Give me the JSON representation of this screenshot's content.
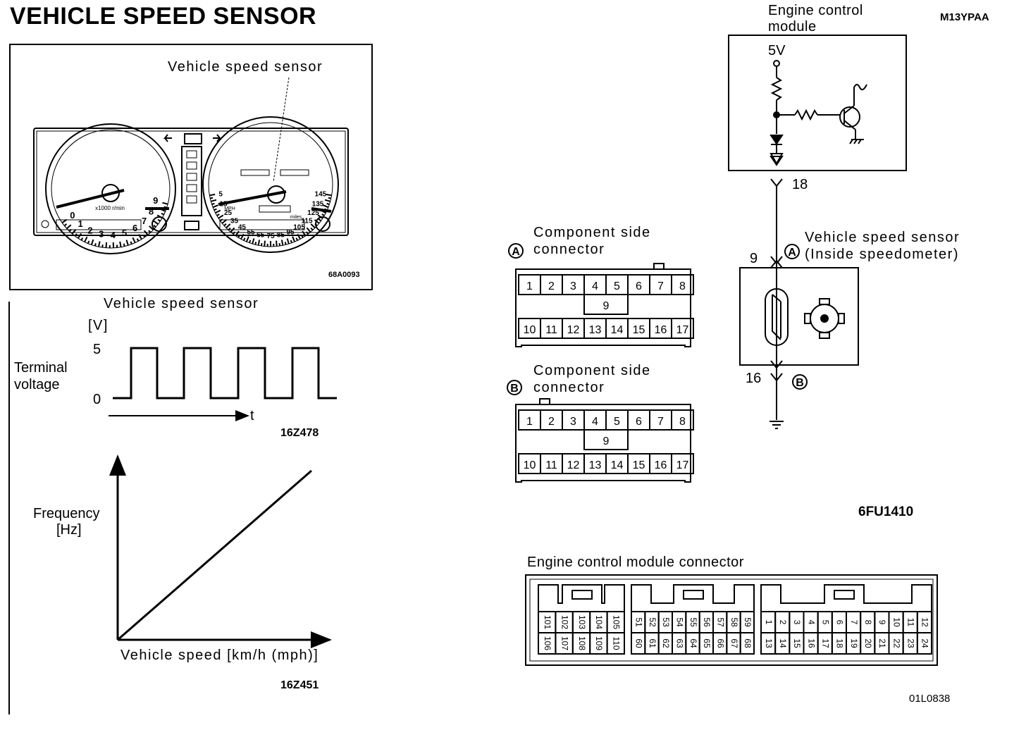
{
  "page": {
    "title": "VEHICLE SPEED SENSOR",
    "ref_code": "M13YPAA"
  },
  "cluster": {
    "label": "Vehicle speed sensor",
    "code": "68A0093",
    "tacho_numbers": [
      "0",
      "1",
      "2",
      "3",
      "4",
      "5",
      "6",
      "7",
      "8",
      "9"
    ],
    "speedo_numbers": [
      "5",
      "15",
      "25",
      "35",
      "45",
      "55",
      "65",
      "75",
      "85",
      "95",
      "105",
      "115",
      "125",
      "135",
      "145"
    ],
    "tacho_unit": "x1000 r/min",
    "speedo_unit": "MPH",
    "odo_unit": "miles"
  },
  "waveform": {
    "title": "Vehicle speed sensor",
    "unit": "[V]",
    "y_high": "5",
    "y_low": "0",
    "ylabel_line1": "Terminal",
    "ylabel_line2": "voltage",
    "x_label": "t",
    "code": "16Z478"
  },
  "freq_graph": {
    "ylabel_line1": "Frequency",
    "ylabel_line2": "[Hz]",
    "xlabel": "Vehicle speed [km/h (mph)]",
    "code": "16Z451"
  },
  "ecm": {
    "title_line1": "Engine control",
    "title_line2": "module",
    "supply": "5V",
    "terminal": "18"
  },
  "sensor": {
    "title_line1": "Vehicle speed sensor",
    "title_line2": "(Inside speedometer)",
    "pin_a": "9",
    "pin_b": "16",
    "mark_a": "A",
    "mark_b": "B"
  },
  "connector_a": {
    "mark": "A",
    "title_line1": "Component side",
    "title_line2": "connector",
    "top_pins": [
      "1",
      "2",
      "3",
      "4",
      "5",
      "6",
      "7",
      "8"
    ],
    "mid_pin": "9",
    "bottom_pins": [
      "10",
      "11",
      "12",
      "13",
      "14",
      "15",
      "16",
      "17"
    ]
  },
  "connector_b": {
    "mark": "B",
    "title_line1": "Component side",
    "title_line2": "connector",
    "top_pins": [
      "1",
      "2",
      "3",
      "4",
      "5",
      "6",
      "7",
      "8"
    ],
    "mid_pin": "9",
    "bottom_pins": [
      "10",
      "11",
      "12",
      "13",
      "14",
      "15",
      "16",
      "17"
    ]
  },
  "circuit_code": "6FU1410",
  "ecm_connector": {
    "title": "Engine control module connector",
    "block1_top": [
      "101",
      "102",
      "103",
      "104",
      "105"
    ],
    "block1_bottom": [
      "106",
      "107",
      "108",
      "109",
      "110"
    ],
    "block2_top": [
      "51",
      "52",
      "53",
      "54",
      "55",
      "56",
      "57",
      "58",
      "59"
    ],
    "block2_bottom": [
      "60",
      "61",
      "62",
      "63",
      "64",
      "65",
      "66",
      "67",
      "68"
    ],
    "block3_top": [
      "1",
      "2",
      "3",
      "4",
      "5",
      "6",
      "7",
      "8",
      "9",
      "10",
      "11",
      "12"
    ],
    "block3_bottom": [
      "13",
      "14",
      "15",
      "16",
      "17",
      "18",
      "19",
      "20",
      "21",
      "22",
      "23",
      "24"
    ],
    "code": "01L0838"
  }
}
